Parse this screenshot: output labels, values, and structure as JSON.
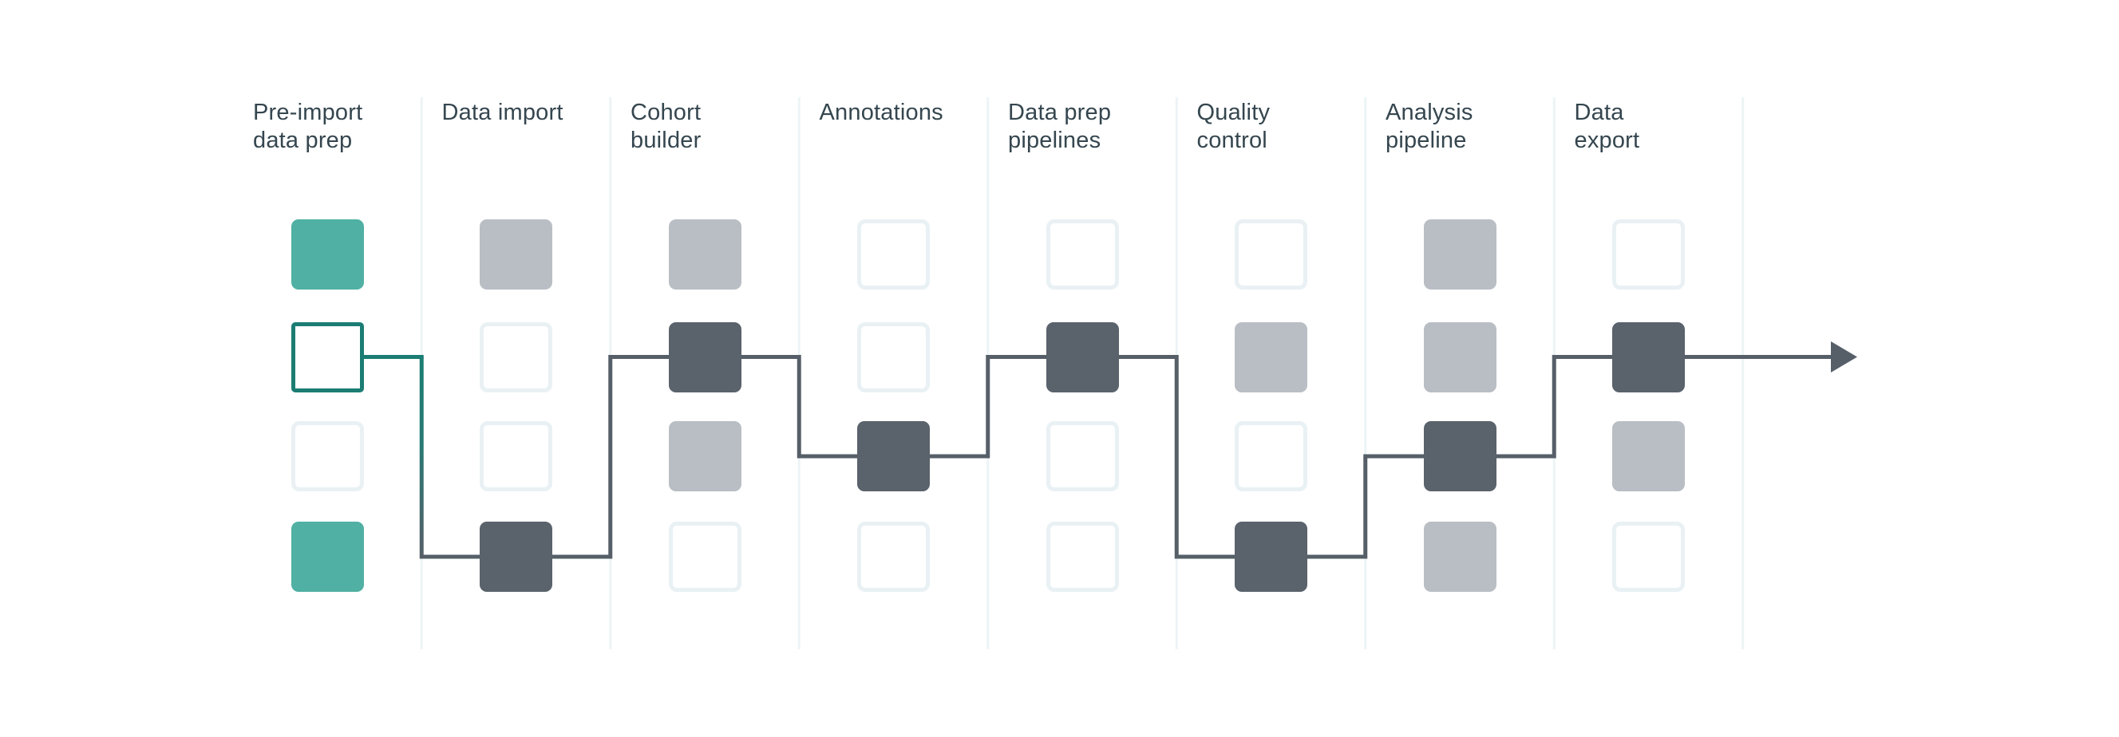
{
  "diagram": {
    "columns": [
      {
        "label": "Pre-import\ndata prep",
        "cells": [
          "teal",
          "start",
          "empty",
          "teal"
        ]
      },
      {
        "label": "Data import",
        "cells": [
          "gray",
          "empty",
          "empty",
          "path"
        ]
      },
      {
        "label": "Cohort\nbuilder",
        "cells": [
          "gray",
          "path",
          "gray",
          "empty"
        ]
      },
      {
        "label": "Annotations",
        "cells": [
          "empty",
          "empty",
          "path",
          "empty"
        ]
      },
      {
        "label": "Data prep\npipelines",
        "cells": [
          "empty",
          "path",
          "empty",
          "empty"
        ]
      },
      {
        "label": "Quality\ncontrol",
        "cells": [
          "empty",
          "gray",
          "empty",
          "path"
        ]
      },
      {
        "label": "Analysis\npipeline",
        "cells": [
          "gray",
          "gray",
          "path",
          "gray"
        ]
      },
      {
        "label": "Data\nexport",
        "cells": [
          "empty",
          "path",
          "gray",
          "empty"
        ]
      }
    ],
    "path_nodes": [
      {
        "col": 0,
        "row": 1
      },
      {
        "col": 1,
        "row": 3
      },
      {
        "col": 2,
        "row": 1
      },
      {
        "col": 3,
        "row": 2
      },
      {
        "col": 4,
        "row": 1
      },
      {
        "col": 5,
        "row": 3
      },
      {
        "col": 6,
        "row": 2
      },
      {
        "col": 7,
        "row": 1
      }
    ],
    "flow_arrow": "right-arrow",
    "colors": {
      "teal": "#4FB0A3",
      "teal_outline": "#1B7D73",
      "gray": "#B9BEC4",
      "dark": "#5A626C",
      "faint_outline": "#E9F1F4",
      "separator": "#EDF4F6",
      "line": "#565F68",
      "label": "#35464F",
      "background": "#FFFFFF"
    }
  }
}
